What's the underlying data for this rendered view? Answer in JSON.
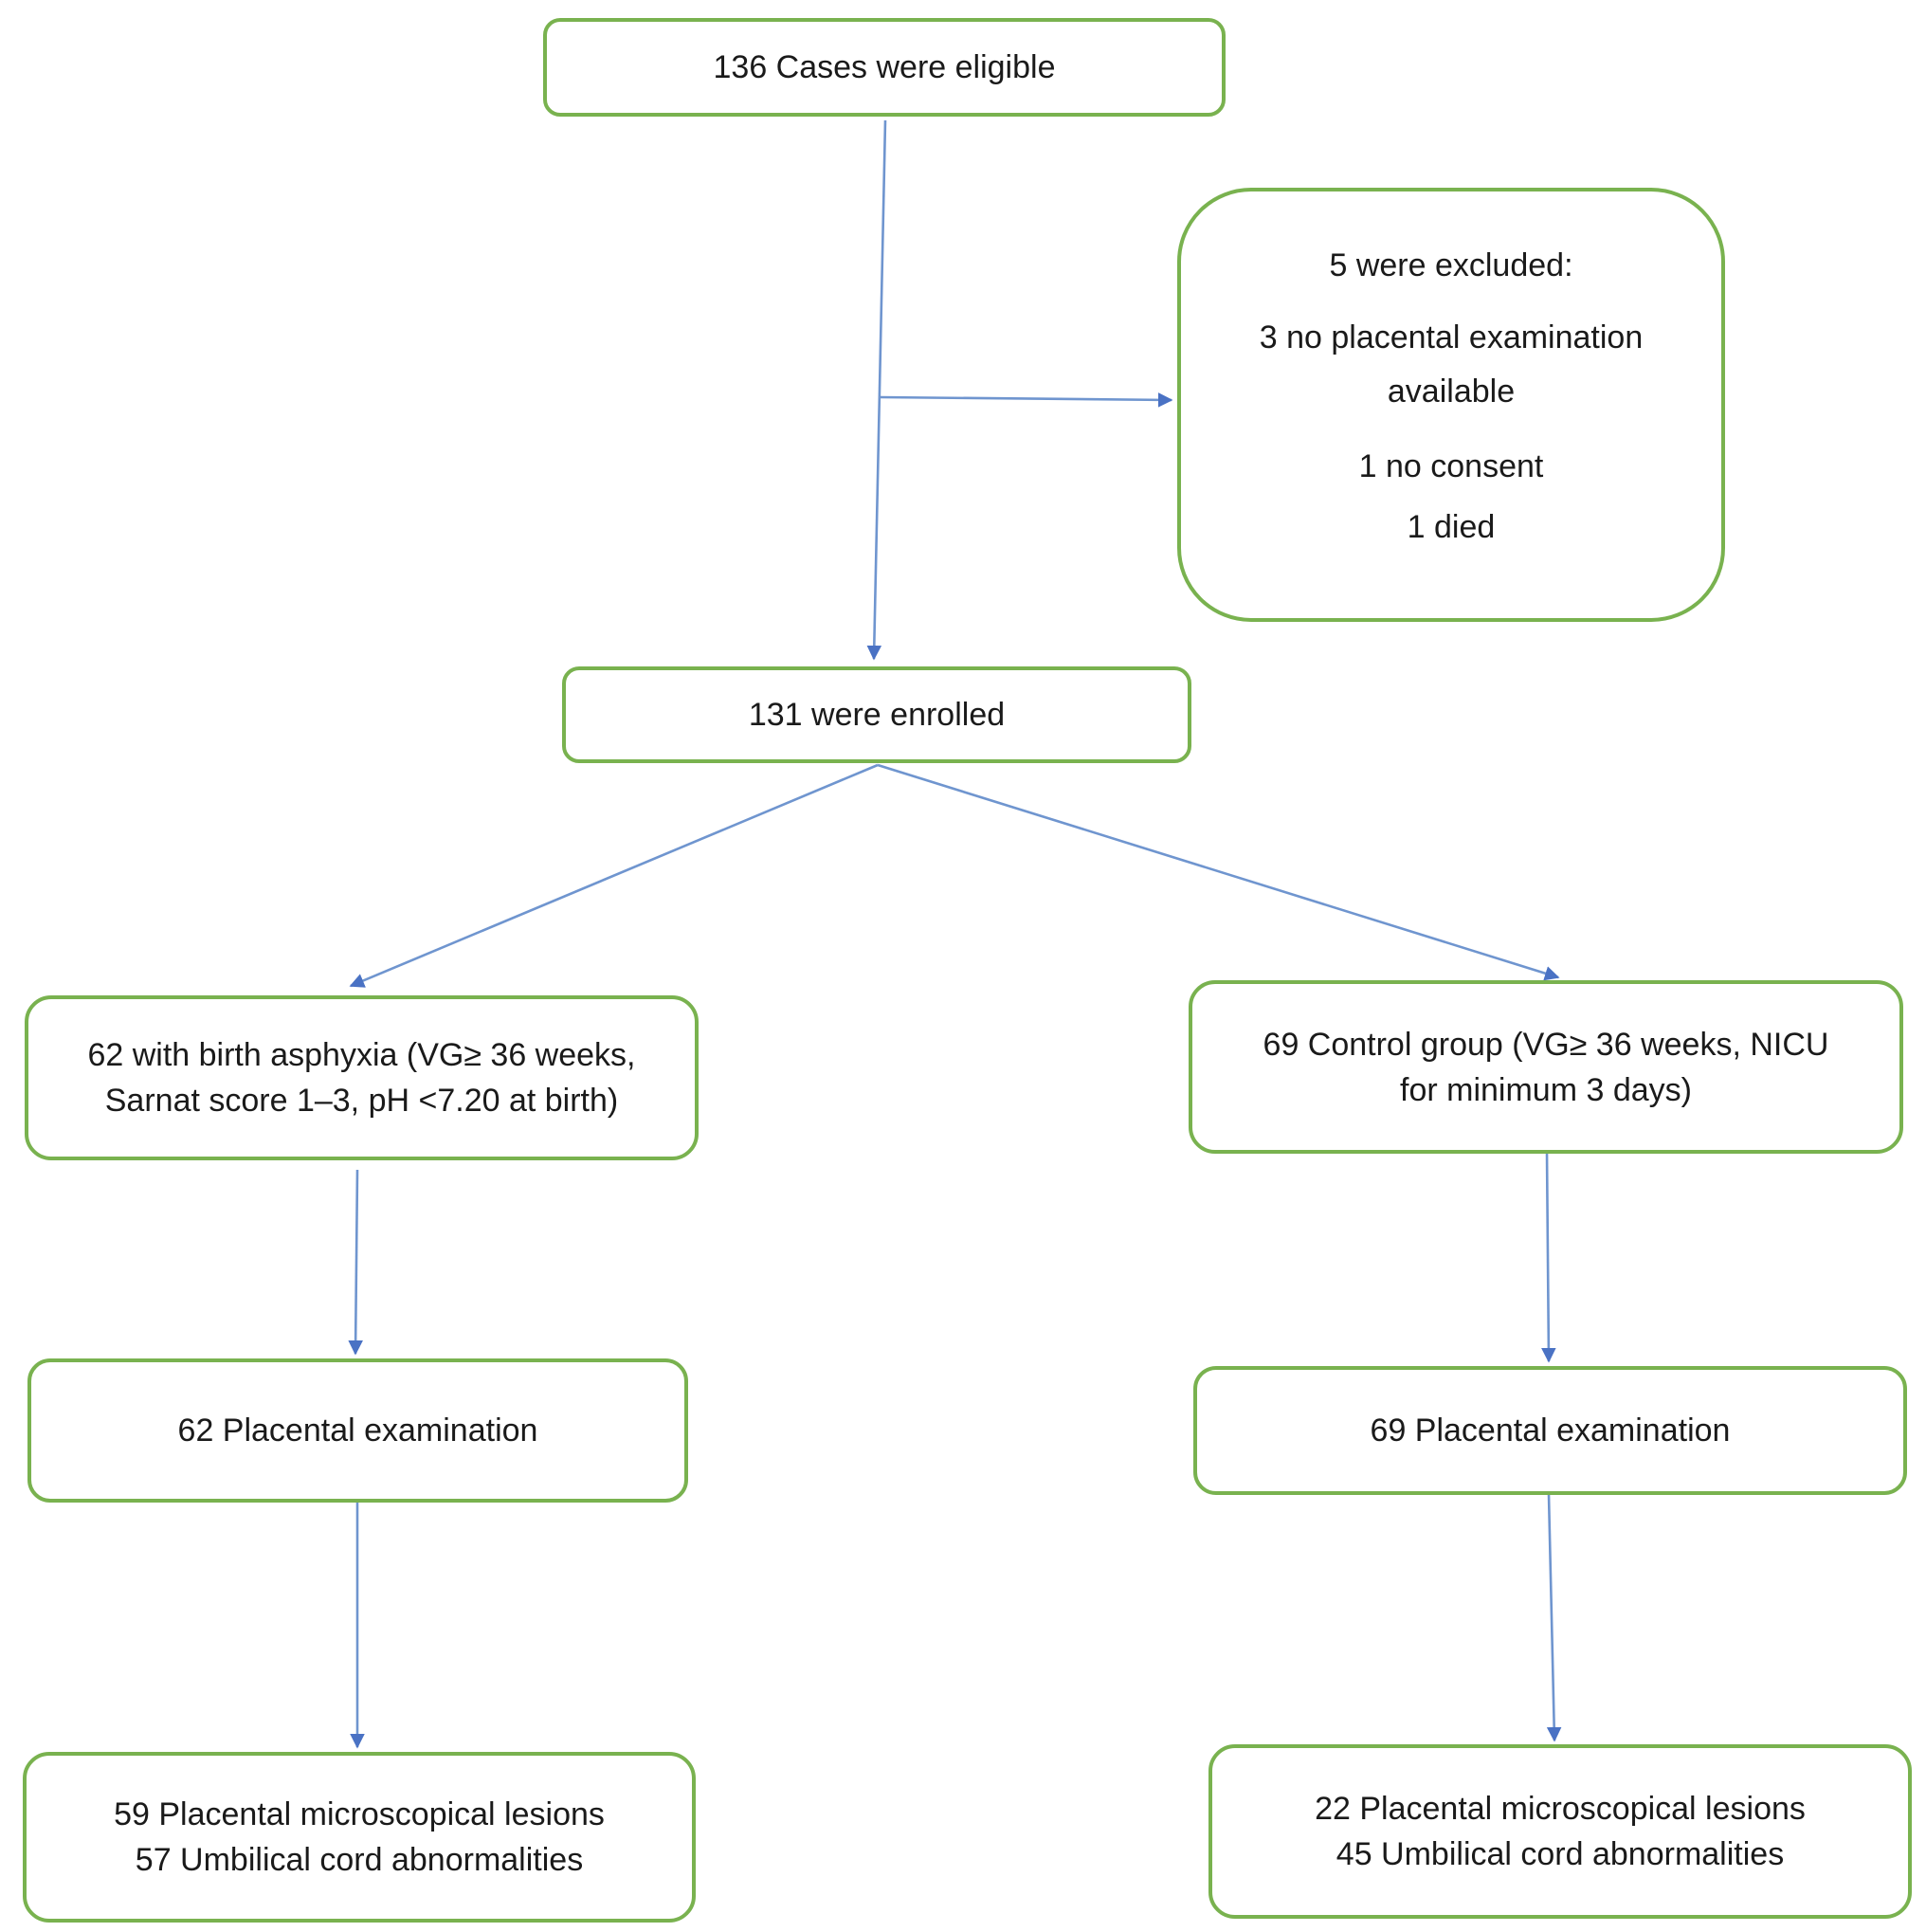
{
  "eligible": {
    "text": "136 Cases were eligible"
  },
  "excluded": {
    "title": "5 were excluded:",
    "reason1_line1": "3 no placental examination",
    "reason1_line2": "available",
    "reason2": "1 no consent",
    "reason3": "1 died"
  },
  "enrolled": {
    "text": "131 were enrolled"
  },
  "asphyxia": {
    "line1": "62 with birth asphyxia (VG≥ 36 weeks,",
    "line2": "Sarnat score 1–3, pH <7.20 at birth)"
  },
  "control": {
    "line1": "69 Control group (VG≥ 36 weeks, NICU",
    "line2": "for minimum 3 days)"
  },
  "placental_left": {
    "text": "62 Placental examination"
  },
  "placental_right": {
    "text": "69 Placental examination"
  },
  "result_left": {
    "line1": "59 Placental microscopical lesions",
    "line2": "57 Umbilical cord abnormalities"
  },
  "result_right": {
    "line1": "22 Placental microscopical lesions",
    "line2": "45 Umbilical cord abnormalities"
  },
  "colors": {
    "box_border": "#79b24f",
    "arrow": "#6f95cf",
    "arrowhead": "#4a72c4",
    "text": "#1a1a1a"
  }
}
